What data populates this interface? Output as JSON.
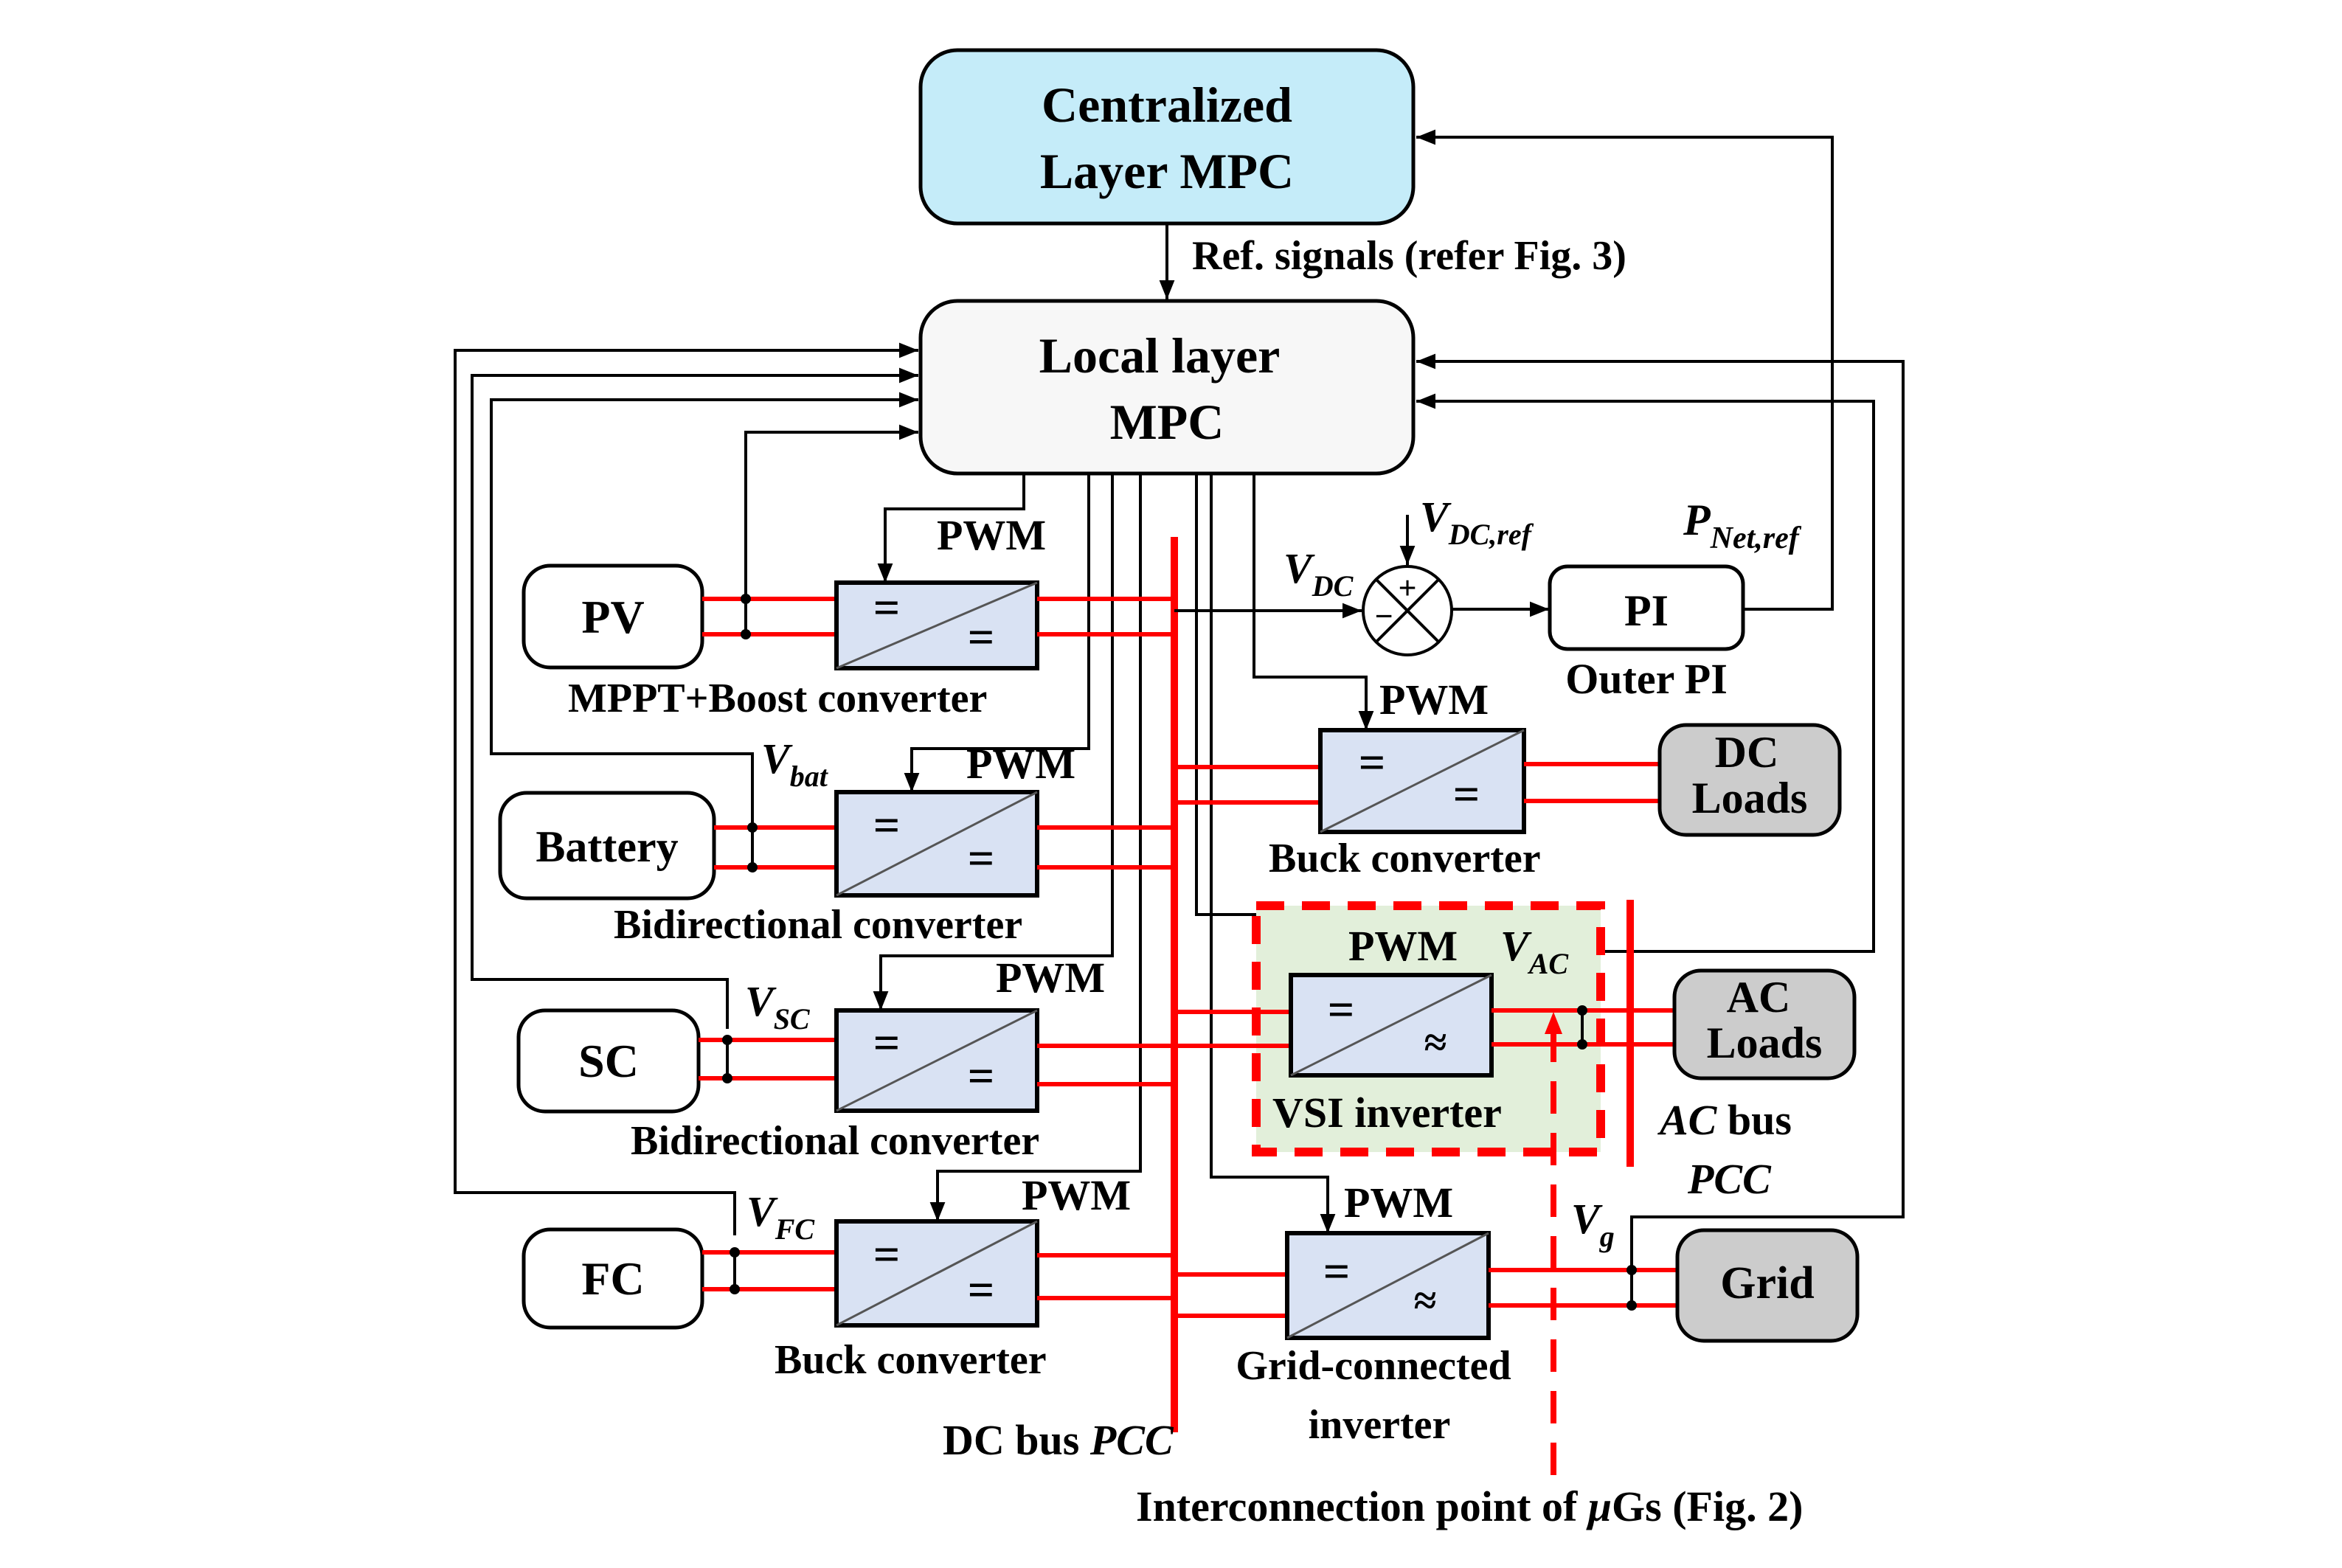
{
  "figure": {
    "centralized_mpc": {
      "line1": "Centralized",
      "line2": "Layer MPC",
      "fill": "#c5ecf9"
    },
    "local_mpc": {
      "line1": "Local layer",
      "line2": "MPC",
      "fill": "#f7f7f7"
    },
    "ref_signals_label": "Ref. signals (refer Fig. 3)",
    "sources": [
      {
        "name": "PV",
        "converter_label": "MPPT+Boost converter",
        "converter_symbol_in": "=",
        "converter_symbol_out": "=",
        "pwm": "PWM",
        "sense_var": "",
        "sense_sub": ""
      },
      {
        "name": "Battery",
        "converter_label": "Bidirectional converter",
        "converter_symbol_in": "=",
        "converter_symbol_out": "=",
        "pwm": "PWM",
        "sense_var": "V",
        "sense_sub": "bat"
      },
      {
        "name": "SC",
        "converter_label": "Bidirectional converter",
        "converter_symbol_in": "=",
        "converter_symbol_out": "=",
        "pwm": "PWM",
        "sense_var": "V",
        "sense_sub": "SC"
      },
      {
        "name": "FC",
        "converter_label": "Buck converter",
        "converter_symbol_in": "=",
        "converter_symbol_out": "=",
        "pwm": "PWM",
        "sense_var": "V",
        "sense_sub": "FC"
      }
    ],
    "outer_loop": {
      "vdc_var": "V",
      "vdc_sub": "DC",
      "vdcref_var": "V",
      "vdcref_sub": "DC,ref",
      "plus": "+",
      "minus": "−",
      "pi_label": "PI",
      "outer_pi_label": "Outer PI",
      "pnet_var": "P",
      "pnet_sub": "Net,ref"
    },
    "dc_loads": {
      "line1": "DC",
      "line2": "Loads",
      "converter_label": "Buck converter",
      "pwm": "PWM",
      "fill": "#cccccc"
    },
    "vsi": {
      "converter_label": "VSI inverter",
      "pwm": "PWM",
      "vac_var": "V",
      "vac_sub": "AC",
      "symbol_in": "=",
      "symbol_out": "≈",
      "highlight_fill": "#e2efda",
      "dash_color": "#ff0000"
    },
    "ac_loads": {
      "line1": "AC",
      "line2": "Loads",
      "fill": "#cccccc"
    },
    "ac_bus_label": {
      "italic": "AC",
      "rest": " bus"
    },
    "ac_pcc_label": "PCC",
    "grid_inverter": {
      "line1": "Grid-connected",
      "line2": "inverter",
      "pwm": "PWM",
      "symbol_in": "=",
      "symbol_out": "≈",
      "vg_var": "V",
      "vg_sub": "g"
    },
    "grid": {
      "label": "Grid",
      "fill": "#cccccc"
    },
    "dc_bus_label": {
      "rest": "DC bus ",
      "italic": "PCC"
    },
    "interconnection_label": {
      "pre": "Interconnection point of ",
      "mu": "μ",
      "post": "Gs (Fig. 2)"
    },
    "colors": {
      "power_line": "#ff0000",
      "signal_line": "#000000",
      "converter_fill": "#d9e2f3"
    }
  }
}
